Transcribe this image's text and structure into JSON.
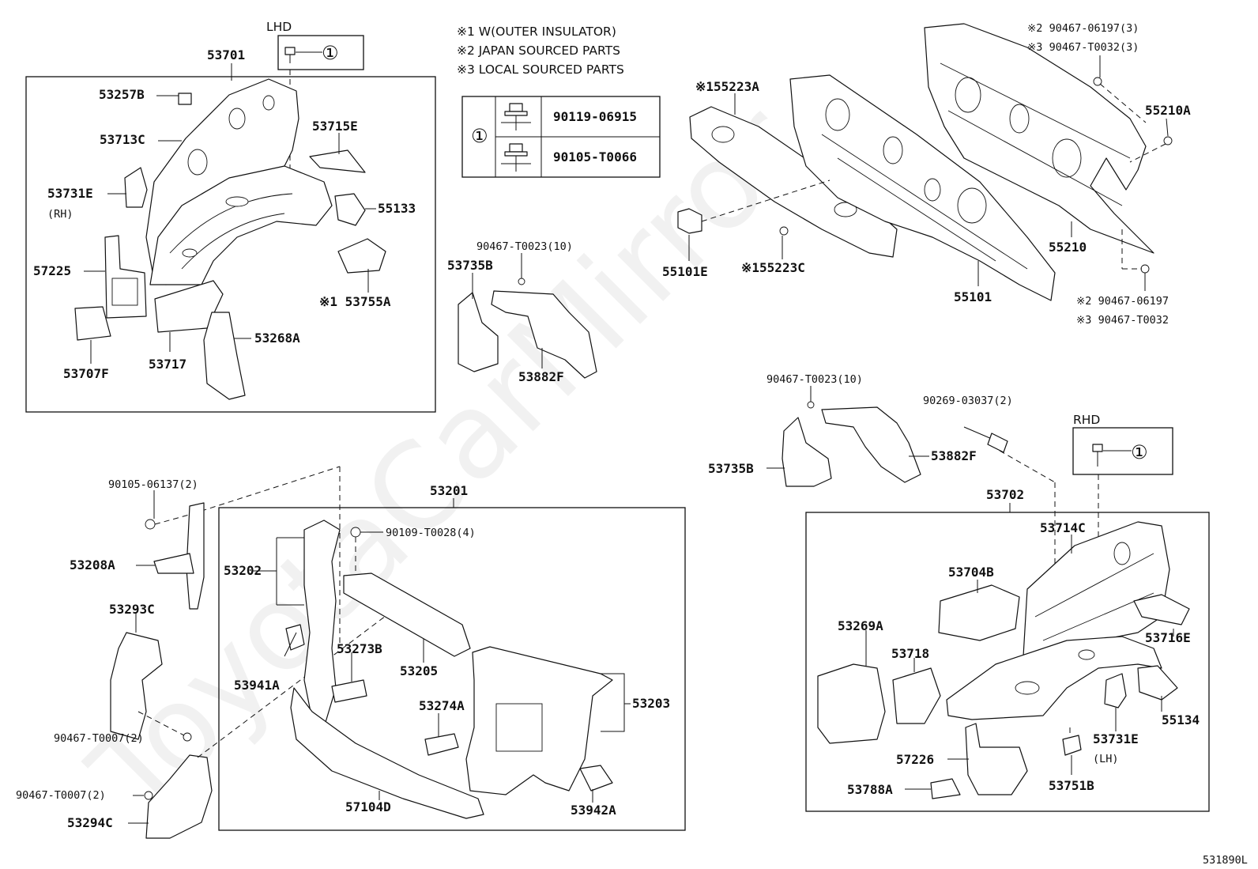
{
  "notes": {
    "n1": "※1 W(OUTER INSULATOR)",
    "n2": "※2 JAPAN SOURCED PARTS",
    "n3": "※3 LOCAL SOURCED PARTS"
  },
  "bolt_table": {
    "symbol": "①",
    "row1": "90119-06915",
    "row2": "90105-T0066"
  },
  "lhd": {
    "title": "LHD",
    "symbol": "①"
  },
  "rhd": {
    "title": "RHD",
    "symbol": "①"
  },
  "labels": {
    "p53701": "53701",
    "p53257b": "53257B",
    "p53713c": "53713C",
    "p53715e": "53715E",
    "p53731e_l": "53731E",
    "rh": "(RH)",
    "p55133": "55133",
    "p57225": "57225",
    "p53755a": "※1 53755A",
    "p53707f": "53707F",
    "p53717": "53717",
    "p53268a": "53268A",
    "p90467_t0023_a": "90467-T0023(10)",
    "p53735b_a": "53735B",
    "p53882f_a": "53882F",
    "p55223a": "※155223A",
    "p55101e": "55101E",
    "p55223c": "※155223C",
    "p55101": "55101",
    "p55210": "55210",
    "p55210a": "55210A",
    "p_n2_a": "※2 90467-06197(3)",
    "p_n3_a": "※3 90467-T0032(3)",
    "p_n2_b": "※2 90467-06197",
    "p_n3_b": "※3 90467-T0032",
    "p90105_06137": "90105-06137(2)",
    "p53208a": "53208A",
    "p53293c": "53293C",
    "p90467_t0007_a": "90467-T0007(2)",
    "p90467_t0007_b": "90467-T0007(2)",
    "p53294c": "53294C",
    "p53201": "53201",
    "p90109_t0028": "90109-T0028(4)",
    "p53202": "53202",
    "p53273b": "53273B",
    "p53205": "53205",
    "p53941a": "53941A",
    "p53274a": "53274A",
    "p53203": "53203",
    "p57104d": "57104D",
    "p53942a": "53942A",
    "p90467_t0023_b": "90467-T0023(10)",
    "p90269_03037": "90269-03037(2)",
    "p53735b_b": "53735B",
    "p53882f_b": "53882F",
    "p53702": "53702",
    "p53714c": "53714C",
    "p53704b": "53704B",
    "p53716e": "53716E",
    "p53269a": "53269A",
    "p53718": "53718",
    "p55134": "55134",
    "p53731e_r": "53731E",
    "lh": "(LH)",
    "p57226": "57226",
    "p53788a": "53788A",
    "p53751b": "53751B"
  },
  "watermark": "ToyotaCarMirror",
  "footer_code": "531890L"
}
